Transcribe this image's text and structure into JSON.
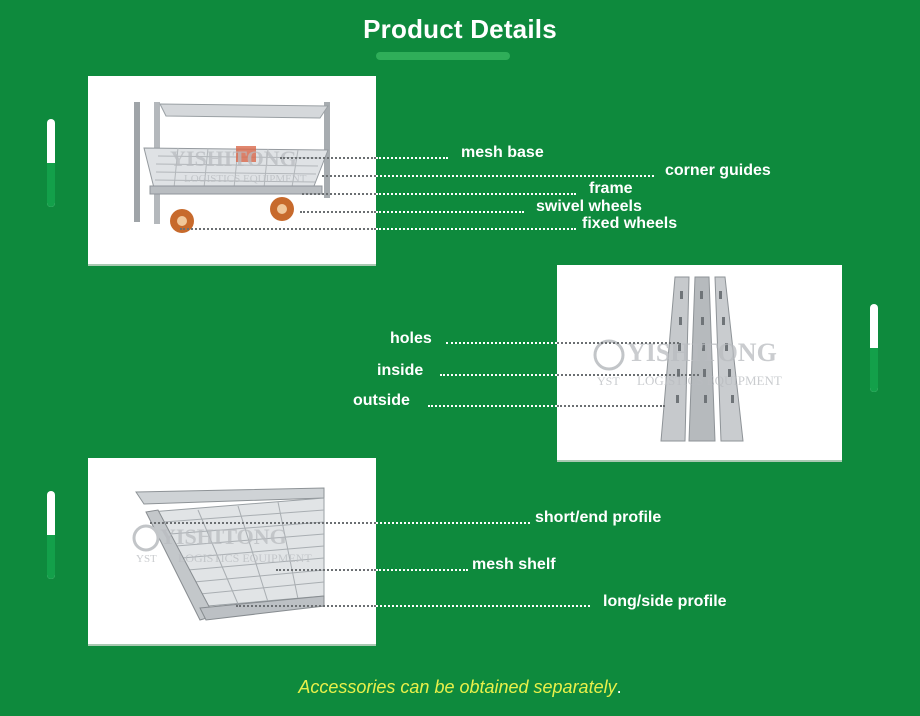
{
  "header": {
    "title": "Product Details"
  },
  "watermark": {
    "brand": "YISHITONG",
    "tagline": "LOGISTICS EQUIPMENT",
    "badge": "YST"
  },
  "panel1": {
    "labels": {
      "mesh_base": "mesh base",
      "corner_guides": "corner guides",
      "frame": "frame",
      "swivel_wheels": "swivel wheels",
      "fixed_wheels": "fixed wheels"
    }
  },
  "panel2": {
    "labels": {
      "holes": "holes",
      "inside": "inside",
      "outside": "outside"
    }
  },
  "panel3": {
    "labels": {
      "short_end_profile": "short/end profile",
      "mesh_shelf": "mesh shelf",
      "long_side_profile": "long/side profile"
    }
  },
  "footer": {
    "note": "Accessories can be obtained separately",
    "period": "."
  },
  "colors": {
    "background": "#0e8a3d",
    "accent_green": "#2fae59",
    "footer_text": "#e8f04a"
  }
}
